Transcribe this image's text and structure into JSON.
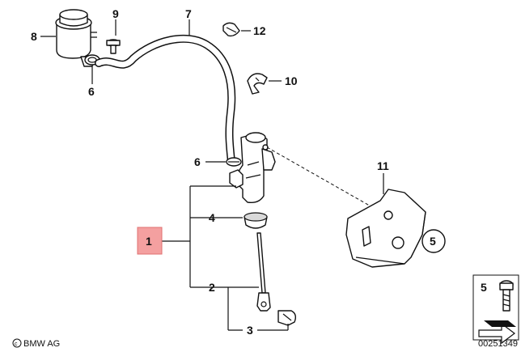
{
  "labels": {
    "p1": "1",
    "p2": "2",
    "p3": "3",
    "p4": "4",
    "p5": "5",
    "p5_legend": "5",
    "p6_top": "6",
    "p6_mid": "6",
    "p7": "7",
    "p8": "8",
    "p9": "9",
    "p10": "10",
    "p11": "11",
    "p12": "12"
  },
  "footer": {
    "copyright": "BMW AG",
    "diagram_number": "00251349"
  },
  "colors": {
    "highlight": "#f4a0a0",
    "line": "#111111"
  }
}
